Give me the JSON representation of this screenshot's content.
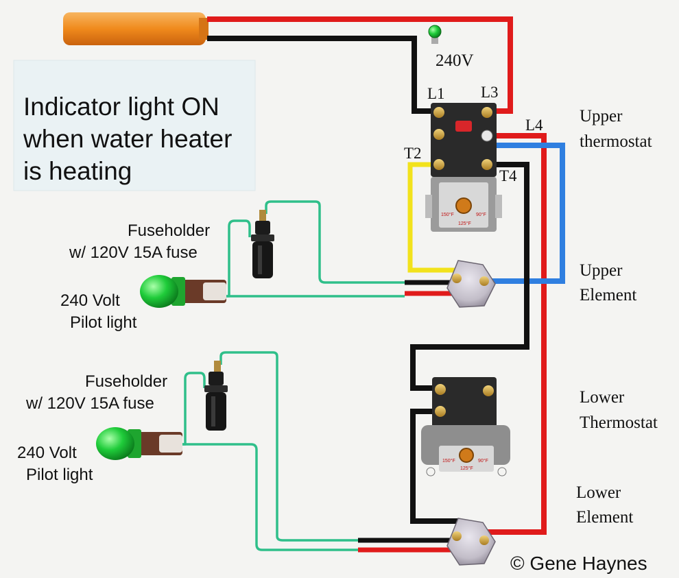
{
  "note": {
    "lines": [
      "Indicator light ON",
      "when water heater",
      "is heating"
    ]
  },
  "supply": {
    "voltage": "240V"
  },
  "terminals": {
    "l1": "L1",
    "l3": "L3",
    "t2": "T2",
    "t4": "T4",
    "l4": "L4"
  },
  "upper_thermostat": {
    "line1": "Upper",
    "line2": "thermostat"
  },
  "upper_element": {
    "line1": "Upper",
    "line2": "Element"
  },
  "lower_thermostat": {
    "line1": "Lower",
    "line2": "Thermostat"
  },
  "lower_element": {
    "line1": "Lower",
    "line2": "Element"
  },
  "upper_indicator": {
    "fuse_line1": "Fuseholder",
    "fuse_line2": "w/ 120V 15A fuse",
    "pilot_line1": "240 Volt",
    "pilot_line2": "Pilot light"
  },
  "lower_indicator": {
    "fuse_line1": "Fuseholder",
    "fuse_line2": "w/ 120V 15A fuse",
    "pilot_line1": "240 Volt",
    "pilot_line2": "Pilot light"
  },
  "thermostat_dial": {
    "low": "150°F",
    "mid": "125°F",
    "high": "90°F"
  },
  "copyright": "© Gene Haynes",
  "colors": {
    "red_wire": "#e01b1b",
    "black_wire": "#111111",
    "blue_wire": "#2f7fe0",
    "yellow_wire": "#f2e21c",
    "green_wire": "#2fbf8a",
    "cable": "#f08a1c",
    "pilot_green": "#1fcc3a"
  }
}
